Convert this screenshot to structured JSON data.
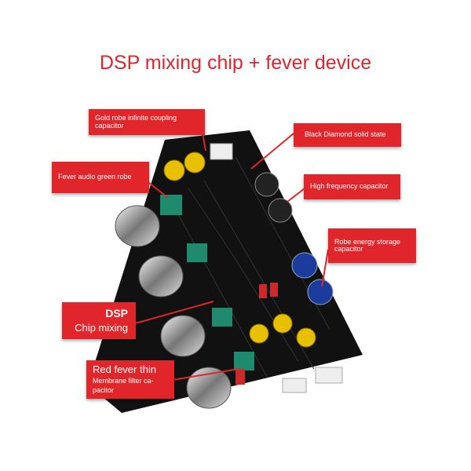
{
  "title": "DSP mixing chip + fever device",
  "callouts": {
    "gold_robe": {
      "line1": "Gold robe infinite coupling",
      "line2": "capacitor"
    },
    "black_diamond": {
      "line1": "Black Diamond solid state"
    },
    "fever_green": {
      "line1": "Fever audio green robe"
    },
    "high_freq": {
      "line1": "High frequency capacitor"
    },
    "robe_energy": {
      "line1": "Robe energy storage",
      "line2": "capacitor"
    },
    "dsp": {
      "line1": "DSP",
      "line2": "Chip mixing"
    },
    "red_fever": {
      "line1": "Red fever thin",
      "line2": "Membrane filter ca-",
      "line3": "pacitor"
    }
  },
  "colors": {
    "accent": "#e0262b",
    "title": "#d9282f",
    "board": "#111111",
    "gold_cap": "#e8c000",
    "green_cap": "#1f8a6e",
    "blue_cap": "#1b3c9c"
  },
  "icons": [
    "knob-icon",
    "capacitor-icon",
    "connector-icon"
  ]
}
